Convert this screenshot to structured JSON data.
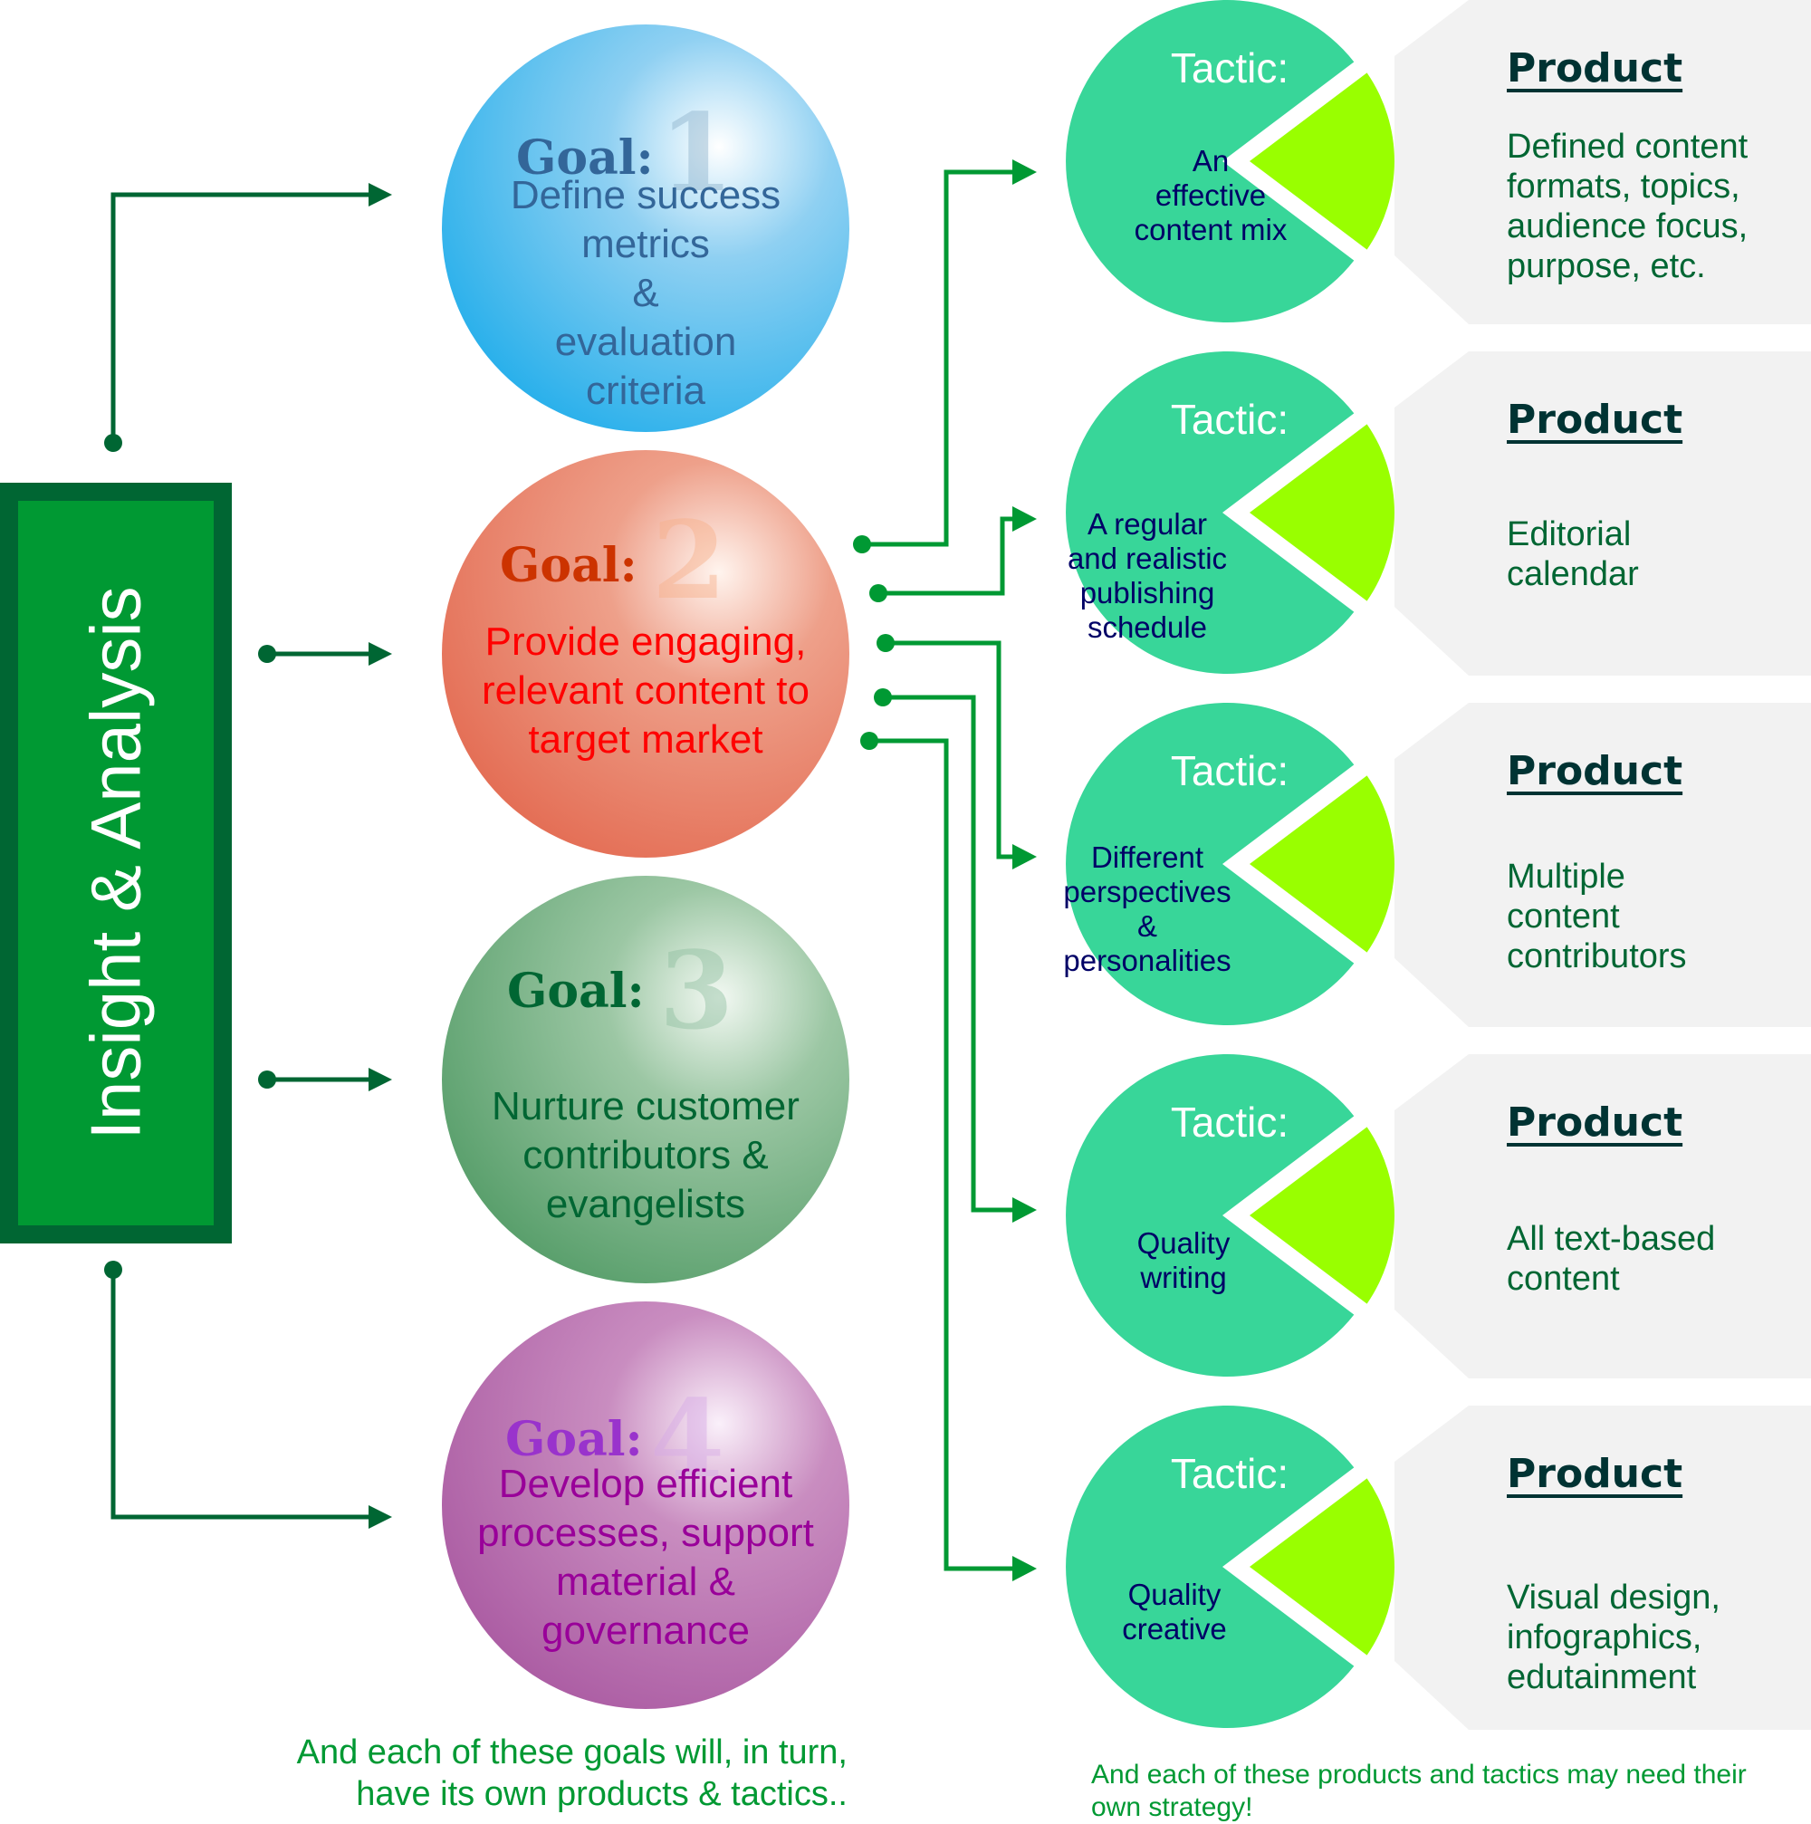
{
  "sidebar": {
    "label": "Insight & Analysis",
    "colors": {
      "border": "#006633",
      "fill": "#009933",
      "text": "#ffffff"
    }
  },
  "goals": [
    {
      "label": "Goal:",
      "number": "1",
      "lines": [
        "Define success",
        "metrics",
        "&",
        "evaluation",
        "criteria"
      ],
      "colors": {
        "label": "#336699",
        "number": "#8fb3cc",
        "text": "#336699",
        "light": "#ffffff",
        "mid": "#8fd0f2",
        "dark": "#00a3e8"
      }
    },
    {
      "label": "Goal:",
      "number": "2",
      "lines": [
        "Provide engaging,",
        "relevant content to",
        "target market"
      ],
      "colors": {
        "label": "#cc3300",
        "number": "#f7b08a",
        "text": "#ff0000",
        "light": "#fff4ee",
        "mid": "#eea08a",
        "dark": "#e05a40"
      }
    },
    {
      "label": "Goal:",
      "number": "3",
      "lines": [
        "Nurture customer",
        "contributors &",
        "evangelists"
      ],
      "colors": {
        "label": "#006633",
        "number": "#8fbfa0",
        "text": "#006633",
        "light": "#f2f8f2",
        "mid": "#9cc7a4",
        "dark": "#3e8f55"
      }
    },
    {
      "label": "Goal:",
      "number": "4",
      "lines": [
        "Develop efficient",
        "processes, support",
        "material &",
        "governance"
      ],
      "colors": {
        "label": "#9933cc",
        "number": "#d6a9e6",
        "text": "#990099",
        "light": "#faf0fa",
        "mid": "#c98dc0",
        "dark": "#a04a98"
      }
    }
  ],
  "tactics": [
    {
      "title": "Tactic:",
      "lines": [
        "An",
        "effective",
        "content mix"
      ]
    },
    {
      "title": "Tactic:",
      "lines": [
        "A regular",
        "and realistic",
        "publishing",
        "schedule"
      ]
    },
    {
      "title": "Tactic:",
      "lines": [
        "Different",
        "perspectives",
        "&",
        "personalities"
      ]
    },
    {
      "title": "Tactic:",
      "lines": [
        "Quality",
        "writing"
      ]
    },
    {
      "title": "Tactic:",
      "lines": [
        "Quality",
        "creative"
      ]
    }
  ],
  "products": [
    {
      "title": "Product",
      "lines": [
        "Defined content",
        "formats, topics,",
        "audience focus,",
        "purpose, etc."
      ]
    },
    {
      "title": "Product",
      "lines": [
        "Editorial",
        "calendar"
      ]
    },
    {
      "title": "Product",
      "lines": [
        "Multiple",
        "content",
        "contributors"
      ]
    },
    {
      "title": "Product",
      "lines": [
        "All text-based",
        "content"
      ]
    },
    {
      "title": "Product",
      "lines": [
        "Visual design,",
        "infographics,",
        "edutainment"
      ]
    }
  ],
  "tactic_colors": {
    "pie": "#38d699",
    "wedge": "#99ff00",
    "title": "#ffffff",
    "text": "#000066"
  },
  "product_colors": {
    "panel": "#f2f2f2",
    "title": "#003333",
    "text": "#006633"
  },
  "connector_colors": {
    "left": "#006633",
    "right": "#009933"
  },
  "footnotes": {
    "goals": [
      "And each of these goals will, in turn,",
      "have its own products & tactics.."
    ],
    "products": [
      "And each of these products and tactics may need their",
      "own strategy!"
    ]
  }
}
